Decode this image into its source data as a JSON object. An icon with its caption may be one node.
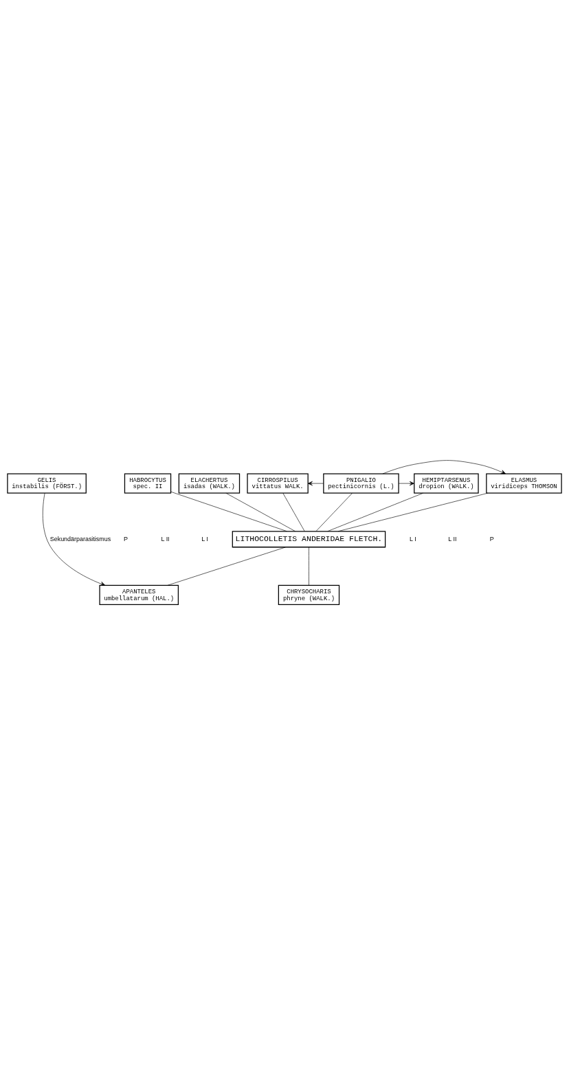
{
  "diagram": {
    "nodes": [
      {
        "text": [
          "CHRYSOCHARIS",
          "phryne (WALK.)"
        ]
      },
      {
        "text": [
          "APANTELES",
          "umbellatarum (HAL.)"
        ]
      },
      {
        "text": [
          "LITHOCOLLETIS ANDERIDAE FLETCH."
        ]
      },
      {
        "text": [
          "HABROCYTUS",
          "spec. II"
        ]
      },
      {
        "text": [
          "ELACHERTUS",
          "isadas (WALK.)"
        ]
      },
      {
        "text": [
          "CIRROSPILUS",
          "vittatus WALK."
        ]
      },
      {
        "text": [
          "PNIGALIO",
          "pectinicornis (L.)"
        ]
      },
      {
        "text": [
          "HEMIPTARSENUS",
          "dropion (WALK.)"
        ]
      },
      {
        "text": [
          "ELASMUS",
          "viridiceps THOMSON"
        ]
      },
      {
        "text": [
          "GELIS",
          "instabilis (FÖRST.)"
        ]
      }
    ],
    "edges": [
      {
        "from": 2,
        "to": 0,
        "arrow": "none"
      },
      {
        "from": 2,
        "to": 1,
        "arrow": "none"
      },
      {
        "from": 3,
        "to": 2,
        "arrow": "none"
      },
      {
        "from": 4,
        "to": 2,
        "arrow": "none"
      },
      {
        "from": 5,
        "to": 2,
        "arrow": "none"
      },
      {
        "from": 6,
        "to": 2,
        "arrow": "none"
      },
      {
        "from": 7,
        "to": 2,
        "arrow": "none"
      },
      {
        "from": 8,
        "to": 2,
        "arrow": "none"
      },
      {
        "from": 9,
        "to": 1,
        "arrow": "to",
        "label": "Sekundärparasitismus"
      },
      {
        "from": 6,
        "to": 5,
        "arrow": "to"
      },
      {
        "from": 6,
        "to": 7,
        "arrow": "to"
      },
      {
        "from": 6,
        "to": 8,
        "arrow": "to"
      }
    ],
    "labels": [
      "P",
      "L II",
      "L I",
      "L I",
      "L II",
      "P"
    ]
  }
}
